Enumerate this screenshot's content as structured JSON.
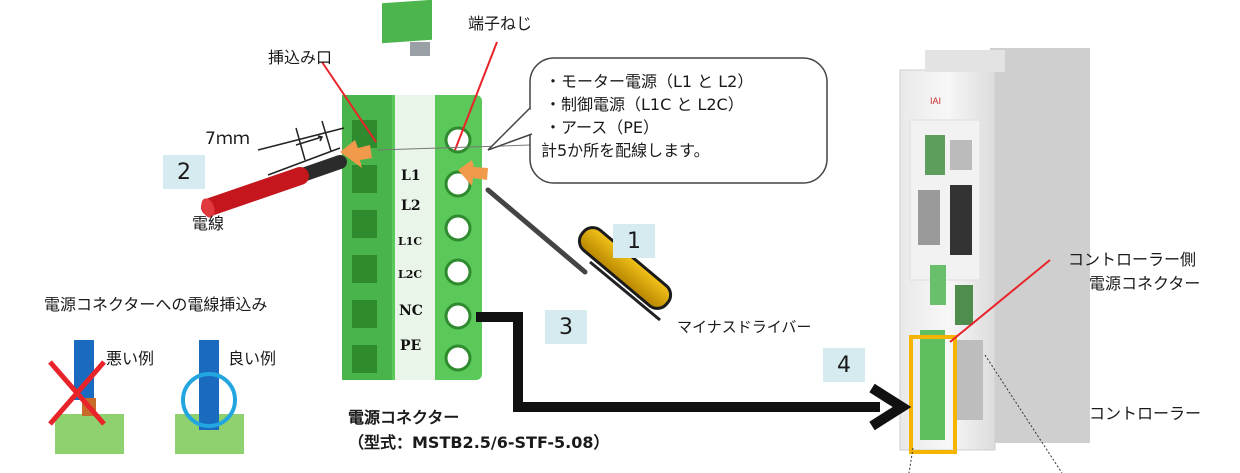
{
  "labels": {
    "terminal_screw": "端子ねじ",
    "insert_port": "挿込み口",
    "wire_length": "7ｍｍ",
    "wire": "電線",
    "screwdriver": "マイナスドライバー",
    "controller_side": "コントローラー側",
    "power_connector_short": "電源コネクター",
    "controller": "コントローラー",
    "connector_name": "電源コネクター",
    "connector_model": "（型式：MSTB2.5/6-STF-5.08）",
    "inset_title": "電源コネクターへの電線挿込み",
    "bad_example": "悪い例",
    "good_example": "良い例"
  },
  "callout": {
    "line1": "・モーター電源（L1 と L2）",
    "line2": "・制御電源（L1C と L2C）",
    "line3": "・アース（PE）",
    "line4": "計5か所を配線します。"
  },
  "steps": [
    "1",
    "2",
    "3",
    "4"
  ],
  "pins": [
    "L1",
    "L2",
    "L1C",
    "L2C",
    "NC",
    "PE"
  ],
  "colors": {
    "connector_green": "#5bc85a",
    "step_bg": "#d6ebef",
    "red_line": "#e8242a",
    "highlight_orange": "#f5b400",
    "circle_blue": "#22a6e0"
  }
}
